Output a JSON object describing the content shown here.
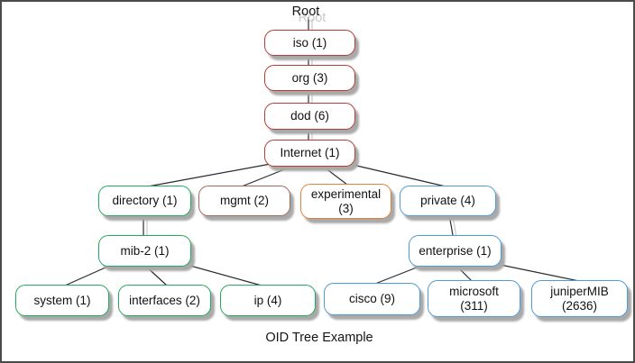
{
  "diagram": {
    "caption": "OID Tree Example",
    "root": {
      "label": "Root"
    },
    "nodes": {
      "iso": {
        "label": "iso (1)",
        "color": "red"
      },
      "org": {
        "label": "org (3)",
        "color": "red"
      },
      "dod": {
        "label": "dod (6)",
        "color": "red"
      },
      "internet": {
        "label": "Internet (1)",
        "color": "red"
      },
      "directory": {
        "label": "directory (1)",
        "color": "green"
      },
      "mgmt": {
        "label": "mgmt (2)",
        "color": "brown"
      },
      "experimental": {
        "line1": "experimental",
        "line2": "(3)",
        "color": "orange"
      },
      "private": {
        "label": "private (4)",
        "color": "blue"
      },
      "mib2": {
        "label": "mib-2 (1)",
        "color": "green"
      },
      "enterprise": {
        "label": "enterprise (1)",
        "color": "blue"
      },
      "system": {
        "label": "system (1)",
        "color": "green"
      },
      "interfaces": {
        "label": "interfaces (2)",
        "color": "green"
      },
      "ip": {
        "label": "ip (4)",
        "color": "green"
      },
      "cisco": {
        "label": "cisco (9)",
        "color": "blue"
      },
      "microsoft": {
        "line1": "microsoft",
        "line2": "(311)",
        "color": "blue"
      },
      "junipermib": {
        "line1": "juniperMIB",
        "line2": "(2636)",
        "color": "blue"
      }
    },
    "hierarchy": {
      "Root": [
        "iso (1)"
      ],
      "iso (1)": [
        "org (3)"
      ],
      "org (3)": [
        "dod (6)"
      ],
      "dod (6)": [
        "Internet (1)"
      ],
      "Internet (1)": [
        "directory (1)",
        "mgmt (2)",
        "experimental (3)",
        "private (4)"
      ],
      "directory (1)": [
        "mib-2 (1)"
      ],
      "mib-2 (1)": [
        "system (1)",
        "interfaces (2)",
        "ip (4)"
      ],
      "private (4)": [
        "enterprise (1)"
      ],
      "enterprise (1)": [
        "cisco (9)",
        "microsoft (311)",
        "juniperMIB (2636)"
      ]
    },
    "colors": {
      "red": "#bb3a33",
      "green": "#22aa5c",
      "blue": "#4d9bd8",
      "orange": "#e0813a",
      "brown": "#9c6a59",
      "line": "#2b2b2b",
      "ghost": "#c9c9c9",
      "shadow": "#a9a9a9"
    }
  }
}
